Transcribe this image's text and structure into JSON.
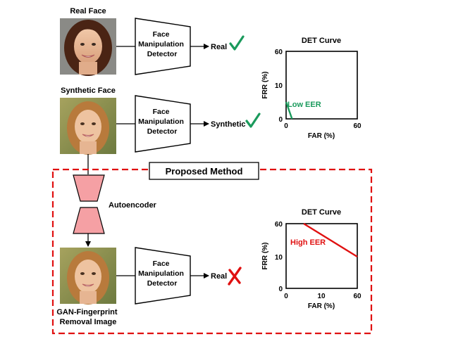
{
  "rows": [
    {
      "input_label": "Real Face",
      "detector_label": [
        "Face",
        "Manipulation",
        "Detector"
      ],
      "output_label": "Real",
      "verdict": "check"
    },
    {
      "input_label": "Synthetic Face",
      "detector_label": [
        "Face",
        "Manipulation",
        "Detector"
      ],
      "output_label": "Synthetic",
      "verdict": "check"
    },
    {
      "input_label": "",
      "detector_label": [
        "Face",
        "Manipulation",
        "Detector"
      ],
      "output_label": "Real",
      "verdict": "cross"
    }
  ],
  "proposed_method": {
    "title": "Proposed Method",
    "autoencoder_label": "Autoencoder",
    "output_image_label": [
      "GAN-Fingerprint",
      "Removal Image"
    ]
  },
  "colors": {
    "check": "#1a9a5c",
    "cross": "#e01010",
    "dashed_border": "#e01010",
    "autoencoder": "#f5a0a4",
    "low_eer": "#1a9a5c",
    "high_eer": "#e01010"
  },
  "chart_data": [
    {
      "type": "line",
      "title": "DET Curve",
      "xlabel": "FAR (%)",
      "ylabel": "FRR (%)",
      "xticks": [
        0,
        60
      ],
      "yticks": [
        0,
        10,
        60
      ],
      "xlim": [
        0,
        60
      ],
      "ylim": [
        0,
        60
      ],
      "y_scale": "nonlinear",
      "series": [
        {
          "name": "Low EER",
          "x": [
            0,
            5
          ],
          "y": [
            5,
            0
          ],
          "color": "#1a9a5c"
        }
      ]
    },
    {
      "type": "line",
      "title": "DET Curve",
      "xlabel": "FAR (%)",
      "ylabel": "FRR (%)",
      "xticks": [
        0,
        10,
        60
      ],
      "yticks": [
        0,
        10,
        60
      ],
      "xlim": [
        0,
        60
      ],
      "ylim": [
        0,
        60
      ],
      "y_scale": "nonlinear",
      "series": [
        {
          "name": "High EER",
          "x": [
            5,
            60
          ],
          "y": [
            60,
            10
          ],
          "color": "#e01010"
        }
      ]
    }
  ]
}
